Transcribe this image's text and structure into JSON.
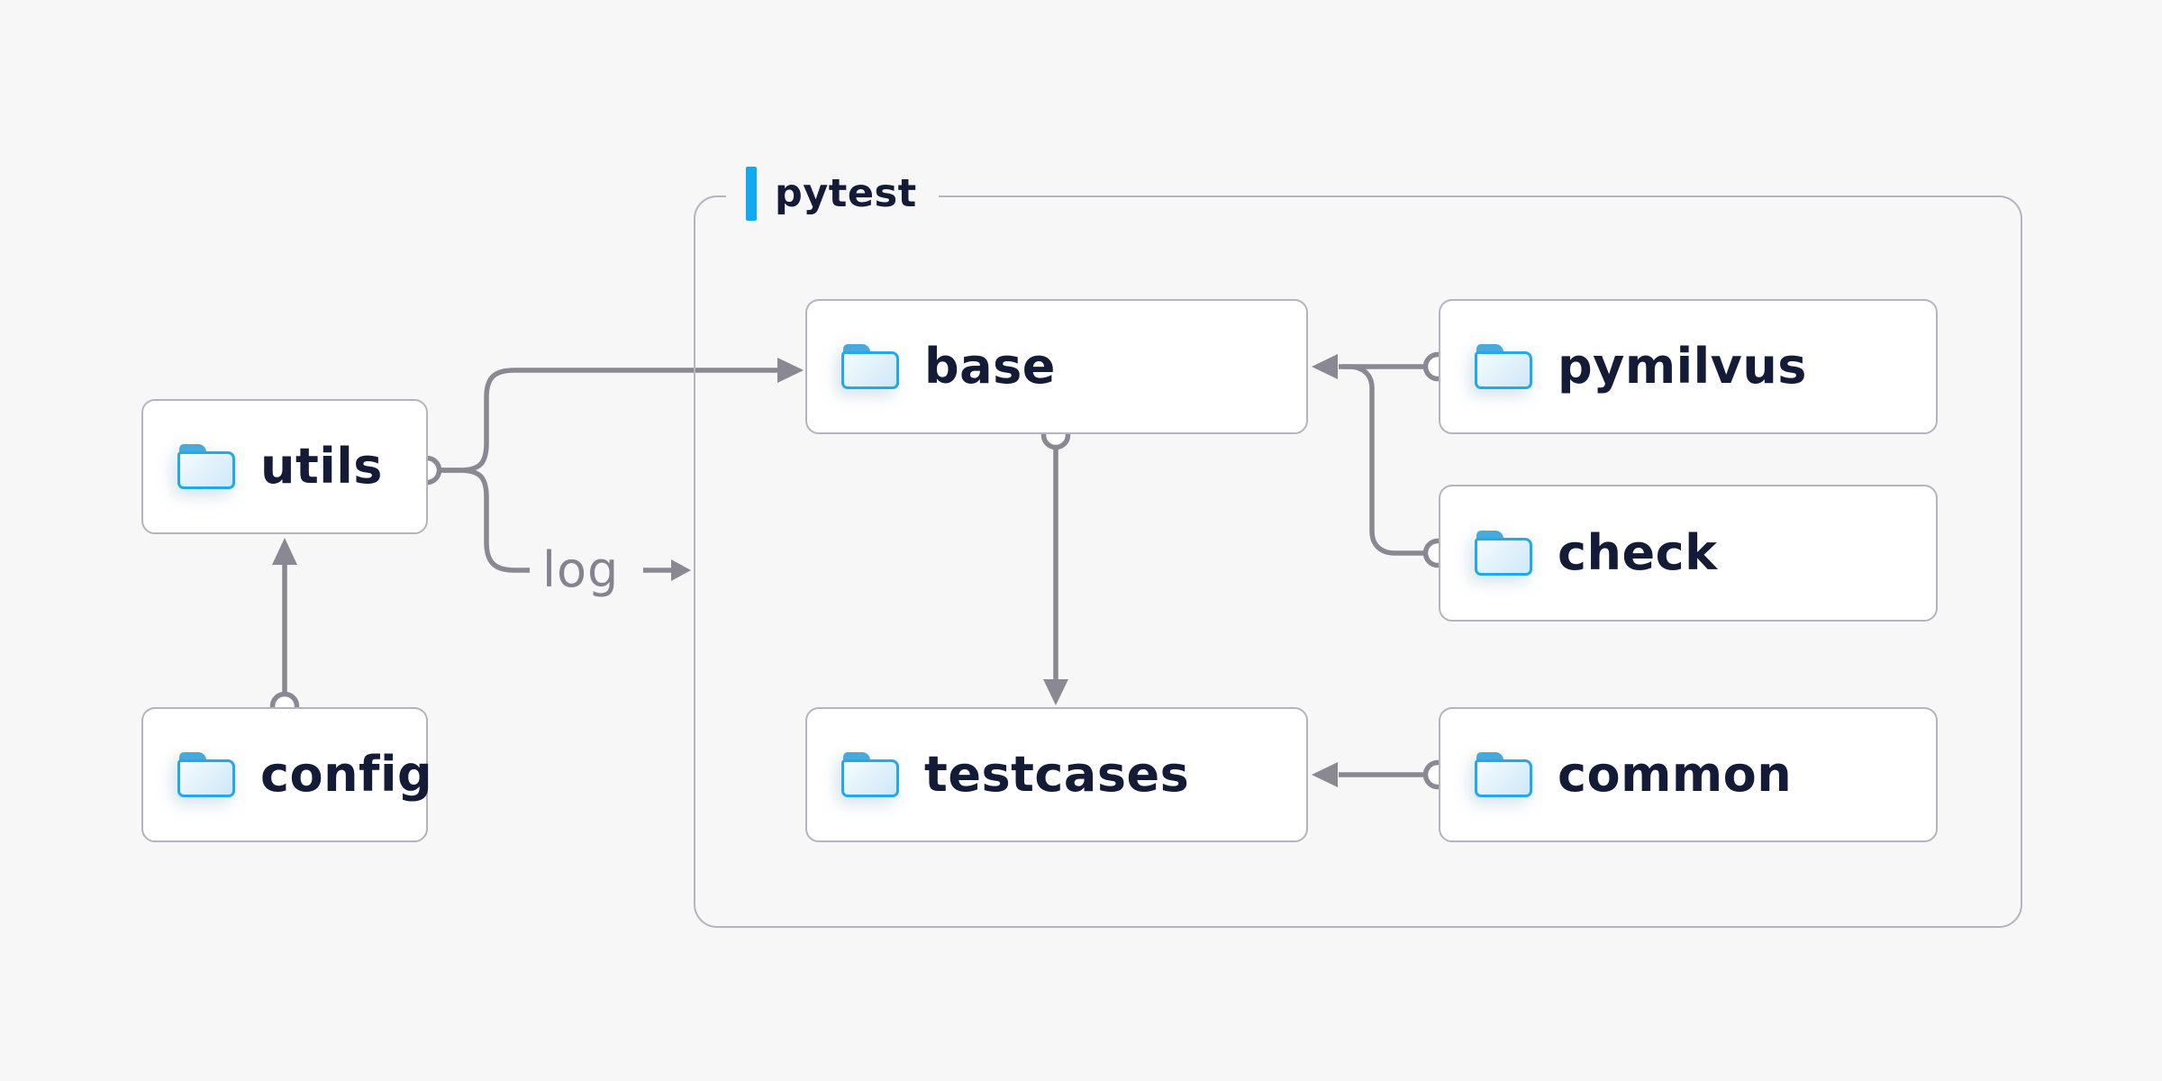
{
  "diagram": {
    "group": {
      "label": "pytest",
      "accent_color": "#12a9f1"
    },
    "nodes": [
      {
        "id": "utils",
        "label": "utils",
        "icon": "folder-icon"
      },
      {
        "id": "config",
        "label": "config",
        "icon": "folder-icon"
      },
      {
        "id": "base",
        "label": "base",
        "icon": "folder-icon"
      },
      {
        "id": "pymilvus",
        "label": "pymilvus",
        "icon": "folder-icon"
      },
      {
        "id": "check",
        "label": "check",
        "icon": "folder-icon"
      },
      {
        "id": "testcases",
        "label": "testcases",
        "icon": "folder-icon"
      },
      {
        "id": "common",
        "label": "common",
        "icon": "folder-icon"
      }
    ],
    "edges": [
      {
        "from": "config",
        "to": "utils",
        "label": ""
      },
      {
        "from": "utils",
        "to": "base",
        "label": ""
      },
      {
        "from": "utils",
        "to": "pytest-group",
        "label": "log"
      },
      {
        "from": "pymilvus",
        "to": "base",
        "label": ""
      },
      {
        "from": "check",
        "to": "base",
        "label": ""
      },
      {
        "from": "base",
        "to": "testcases",
        "label": ""
      },
      {
        "from": "common",
        "to": "testcases",
        "label": ""
      }
    ],
    "colors": {
      "background": "#f7f7f8",
      "node_fill": "#ffffff",
      "box_border": "#b5b3bf",
      "connector_gray": "#8a8893",
      "label_navy": "#131b36",
      "accent_blue": "#12a9f1",
      "edge_label_gray": "#85838f",
      "folder_blue": "#25a7ec"
    }
  }
}
